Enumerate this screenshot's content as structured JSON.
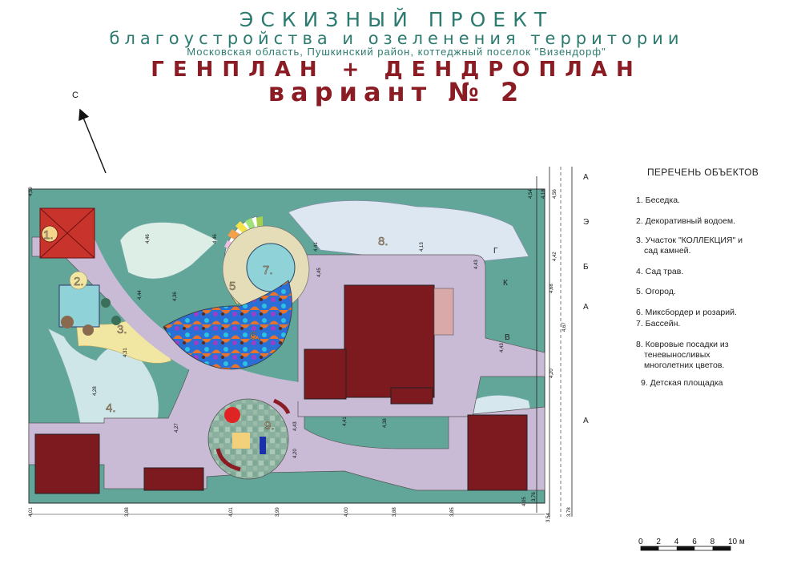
{
  "header": {
    "line1": "ЭСКИЗНЫЙ ПРОЕКТ",
    "line2": "благоустройства и озеленения территории",
    "line3": "Московская область, Пушкинский район, коттеджный поселок \"Визендорф\"",
    "line4": "ГЕНПЛАН + ДЕНДРОПЛАН",
    "line5": "вариант № 2"
  },
  "north_label": "С",
  "legend": {
    "title": "ПЕРЕЧЕНЬ ОБЪЕКТОВ",
    "items": [
      [
        "1. Беседка."
      ],
      [
        "2. Декоративный водоем."
      ],
      [
        "3. Участок \"КОЛЛЕКЦИЯ\" и",
        "сад камней."
      ],
      [
        "4. Сад трав."
      ],
      [
        "5. Огород."
      ],
      [
        "6. Миксбордер и розарий."
      ],
      [
        "7. Бассейн."
      ],
      [
        "8. Ковровые посадки из",
        "теневыносливых",
        "многолетних цветов."
      ],
      [
        "9. Детская площадка"
      ]
    ]
  },
  "plan_markers": [
    "1.",
    "2.",
    "3.",
    "4.",
    "5",
    "6.",
    "7.",
    "8.",
    "9."
  ],
  "elevations": {
    "top_left": "4,59",
    "top_right": [
      "4,54",
      "4,18",
      "4,56"
    ],
    "inner": [
      "4,46",
      "4,46",
      "4,44",
      "4,36",
      "4,31",
      "4,28",
      "4,41",
      "4,45",
      "4,13",
      "4,43",
      "4,68",
      "4,42",
      "4,43",
      "4,67",
      "4,20",
      "4,41",
      "4,38",
      "4,43",
      "4,20",
      "4,27"
    ],
    "bottom": [
      "4,01",
      "3,88",
      "4,01",
      "3,99",
      "4,00",
      "3,88",
      "3,85",
      "4,05",
      "3,78",
      "3,54",
      "3,76"
    ]
  },
  "section_letters": [
    "А",
    "Э",
    "Г",
    "Б",
    "К",
    "А",
    "В",
    "А"
  ],
  "scale_bar": {
    "ticks": [
      "0",
      "2",
      "4",
      "6",
      "8",
      "10 м"
    ]
  },
  "colors": {
    "grass": "#62a69a",
    "path": "#c9bbd6",
    "building": "#7c1a20",
    "title_teal": "#2c7b70",
    "title_red": "#8c1c24",
    "pool": "#8fd3d9",
    "garden": "#f2e7a2"
  }
}
